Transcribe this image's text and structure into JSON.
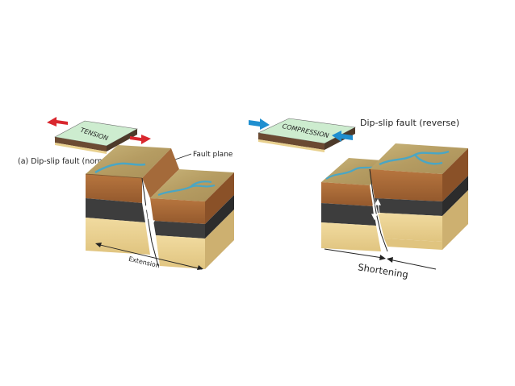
{
  "panels": {
    "normal": {
      "stress_label": "TENSION",
      "caption": "(a)  Dip-slip fault (normal)",
      "fault_label": "Fault plane",
      "measure_label": "Extension"
    },
    "reverse": {
      "stress_label": "COMPRESSION",
      "caption": "Dip-slip fault (reverse)",
      "measure_label": "Shortening"
    }
  },
  "colors": {
    "top_surface": "#b8a56a",
    "river": "#4aa6c4",
    "brown_layer": "#a86a3a",
    "dark_layer": "#3d3d3d",
    "sand_layer": "#e8d08e",
    "tension_arrow": "#d9272e",
    "compression_arrow": "#1f8fd0",
    "slab_top": "#cdeccf"
  }
}
